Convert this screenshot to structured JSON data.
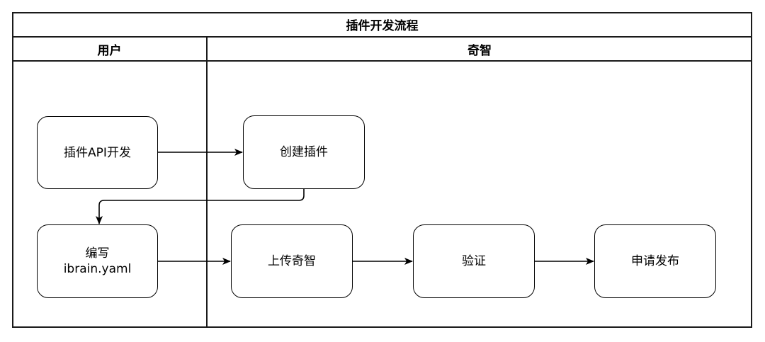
{
  "diagram": {
    "title": "插件开发流程",
    "lanes": [
      {
        "name": "用户"
      },
      {
        "name": "奇智"
      }
    ],
    "nodes": [
      {
        "id": "n1",
        "lane": "用户",
        "label": "插件API开发"
      },
      {
        "id": "n2",
        "lane": "奇智",
        "label": "创建插件"
      },
      {
        "id": "n3",
        "lane": "用户",
        "label_line1": "编写",
        "label_line2": "ibrain.yaml"
      },
      {
        "id": "n4",
        "lane": "奇智",
        "label": "上传奇智"
      },
      {
        "id": "n5",
        "lane": "奇智",
        "label": "验证"
      },
      {
        "id": "n6",
        "lane": "奇智",
        "label": "申请发布"
      }
    ],
    "edges": [
      {
        "from": "插件API开发",
        "to": "创建插件"
      },
      {
        "from": "创建插件",
        "to": "编写 ibrain.yaml"
      },
      {
        "from": "编写 ibrain.yaml",
        "to": "上传奇智"
      },
      {
        "from": "上传奇智",
        "to": "验证"
      },
      {
        "from": "验证",
        "to": "申请发布"
      }
    ],
    "colors": {
      "stroke": "#000000",
      "frame": "#1a1a1a",
      "background": "#ffffff"
    }
  }
}
